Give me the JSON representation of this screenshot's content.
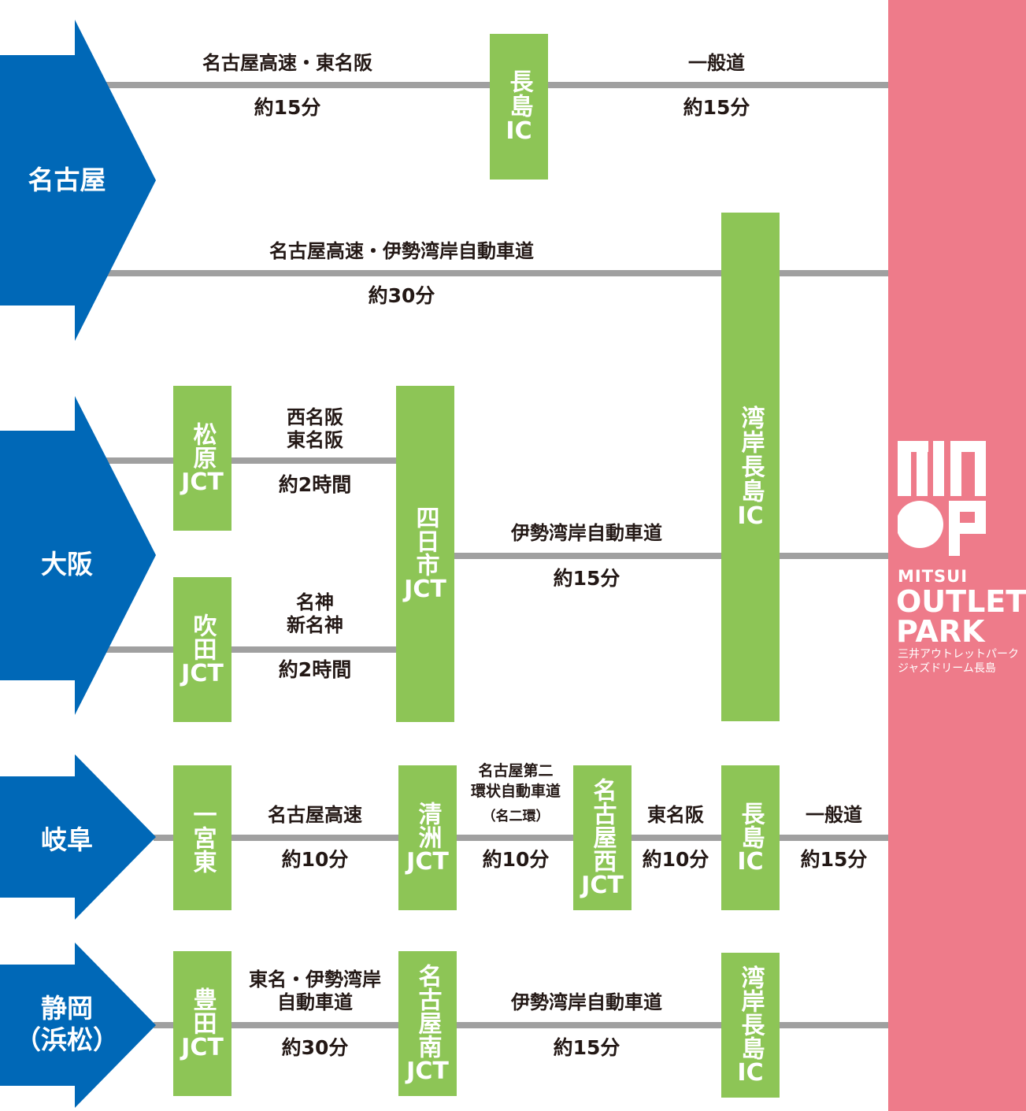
{
  "colors": {
    "arrow": "#0068b7",
    "node": "#8dc556",
    "road": "#a0a0a0",
    "destination": "#ee7b8a"
  },
  "origins": {
    "nagoya": "名古屋",
    "osaka": "大阪",
    "gifu": "岐阜",
    "shizuoka": "静岡\n（浜松）"
  },
  "nodes": {
    "nagashima_ic_1": {
      "v": "長島",
      "l": "IC"
    },
    "wangan_nagashima_ic": {
      "v": "湾岸長島",
      "l": "IC"
    },
    "matsubara_jct": {
      "v": "松原",
      "l": "JCT"
    },
    "suita_jct": {
      "v": "吹田",
      "l": "JCT"
    },
    "yokkaichi_jct": {
      "v": "四日市",
      "l": "JCT"
    },
    "ichinomiya_higashi": {
      "v": "一宮東",
      "l": ""
    },
    "kiyosu_jct": {
      "v": "清洲",
      "l": "JCT"
    },
    "nagoya_nishi_jct": {
      "v": "名古屋西",
      "l": "JCT"
    },
    "nagashima_ic_2": {
      "v": "長島",
      "l": "IC"
    },
    "toyota_jct": {
      "v": "豊田",
      "l": "JCT"
    },
    "nagoya_minami_jct": {
      "v": "名古屋南",
      "l": "JCT"
    },
    "wangan_nagashima_ic_2": {
      "v": "湾岸長島",
      "l": "IC"
    }
  },
  "segments": {
    "r1a": {
      "road": "名古屋高速・東名阪",
      "time": "約15分"
    },
    "r1b": {
      "road": "一般道",
      "time": "約15分"
    },
    "r2": {
      "road": "名古屋高速・伊勢湾岸自動車道",
      "time": "約30分"
    },
    "r3a": {
      "road": "西名阪\n東名阪",
      "time": "約2時間"
    },
    "r3b": {
      "road": "名神\n新名神",
      "time": "約2時間"
    },
    "r3c": {
      "road": "伊勢湾岸自動車道",
      "time": "約15分"
    },
    "r4a": {
      "road": "名古屋高速",
      "time": "約10分"
    },
    "r4b": {
      "road": "名古屋第二\n環状自動車道",
      "sub": "（名二環）",
      "time": "約10分"
    },
    "r4c": {
      "road": "東名阪",
      "time": "約10分"
    },
    "r4d": {
      "road": "一般道",
      "time": "約15分"
    },
    "r5a": {
      "road": "東名・伊勢湾岸\n自動車道",
      "time": "約30分"
    },
    "r5b": {
      "road": "伊勢湾岸自動車道",
      "time": "約15分"
    }
  },
  "destination": {
    "brand_line1": "MITSUI",
    "brand_line2": "OUTLET",
    "brand_line3": "PARK",
    "name_jp": "三井アウトレットパーク\nジャズドリーム長島"
  }
}
